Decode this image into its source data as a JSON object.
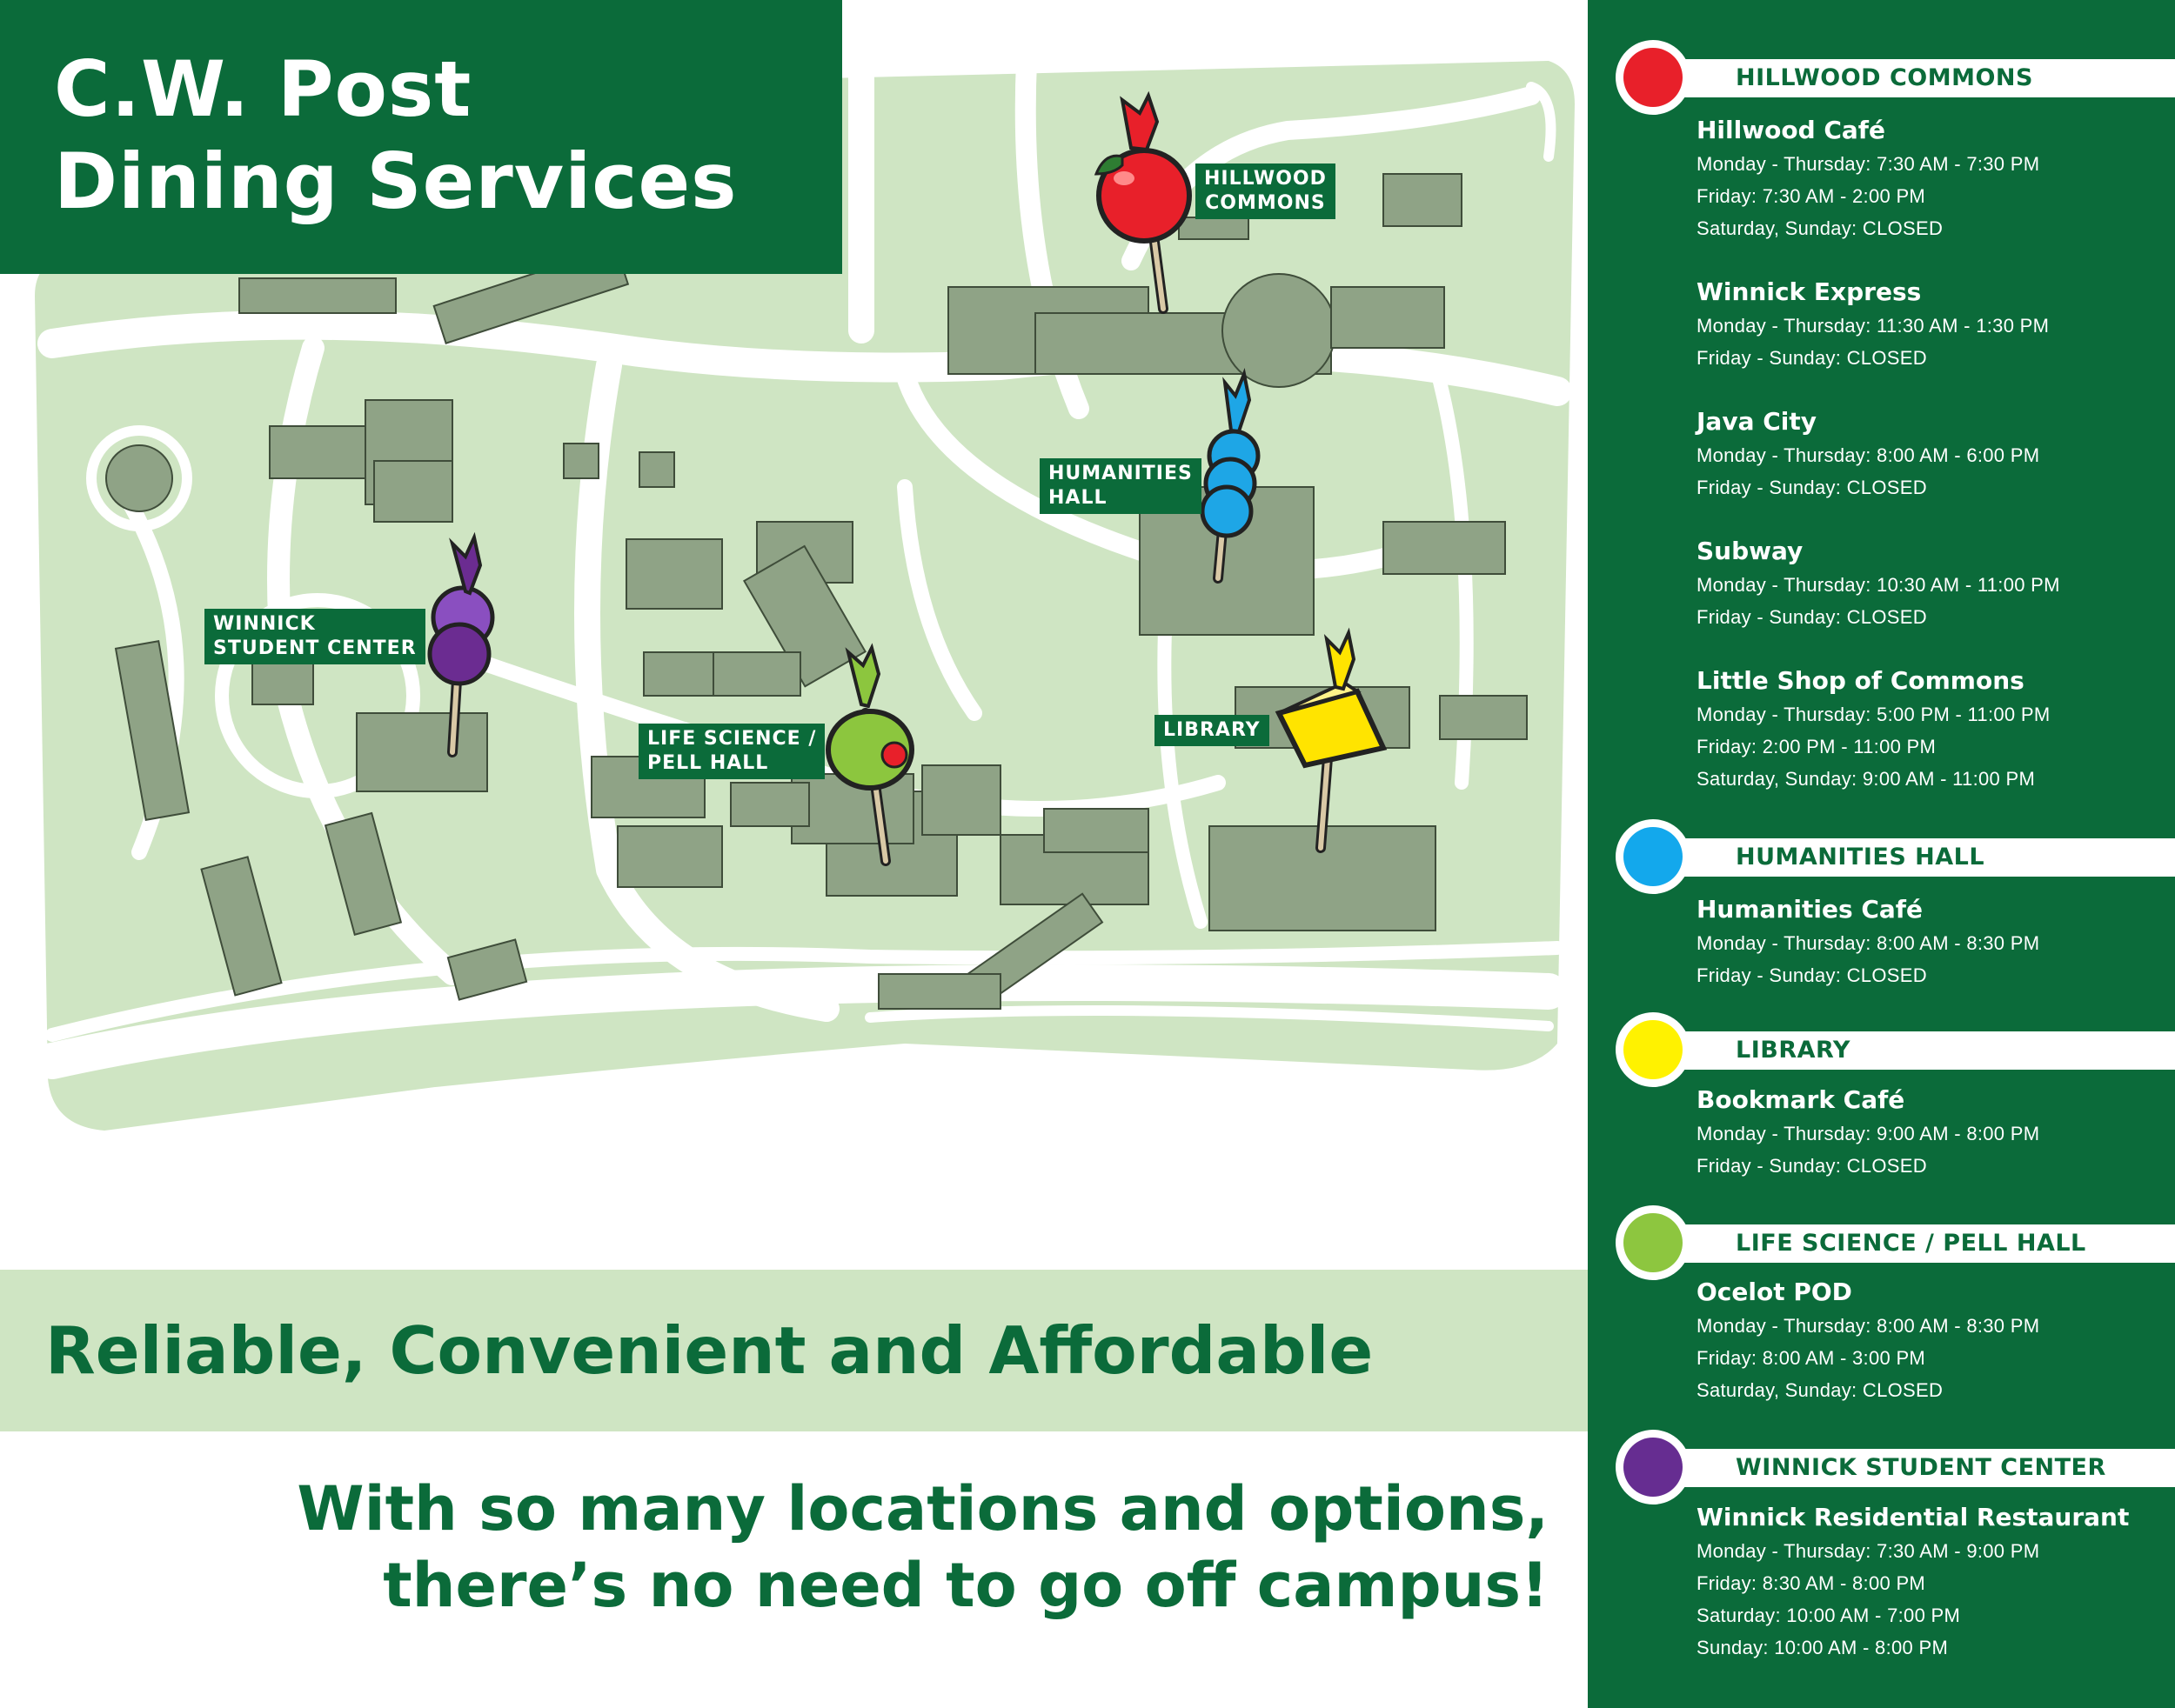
{
  "title": {
    "line1": "C.W. Post",
    "line2": "Dining Services"
  },
  "map": {
    "labels": {
      "hillwood_line1": "HILLWOOD",
      "hillwood_line2": "COMMONS",
      "humanities_line1": "HUMANITIES",
      "humanities_line2": "HALL",
      "winnick_line1": "WINNICK",
      "winnick_line2": "STUDENT CENTER",
      "lifesci_line1": "LIFE SCIENCE /",
      "lifesci_line2": "PELL HALL",
      "library": "LIBRARY"
    },
    "markers": [
      {
        "location": "Hillwood Commons",
        "food": "apple",
        "color": "#e8202a"
      },
      {
        "location": "Humanities Hall",
        "food": "blueberries",
        "color": "#1ea6e6"
      },
      {
        "location": "Winnick Student Center",
        "food": "grapes",
        "color": "#6b2c91"
      },
      {
        "location": "Life Science / Pell Hall",
        "food": "olive",
        "color": "#8cc63e"
      },
      {
        "location": "Library",
        "food": "cheese",
        "color": "#ffe400"
      }
    ],
    "colors": {
      "ground": "#cfe5c3",
      "paths": "#ffffff",
      "buildings": "#8fa386"
    }
  },
  "tagline": "Reliable, Convenient and Affordable",
  "subline": {
    "line1": "With so many locations and options,",
    "line2": "there’s no need to go off campus!"
  },
  "sidebar": {
    "sections": [
      {
        "header": "HILLWOOD COMMONS",
        "color": "#e8202a",
        "venues": [
          {
            "name": "Hillwood Café",
            "hours": [
              "Monday - Thursday: 7:30 AM - 7:30  PM",
              "Friday: 7:30 AM - 2:00 PM",
              "Saturday, Sunday: CLOSED"
            ]
          },
          {
            "name": "Winnick Express",
            "hours": [
              "Monday - Thursday: 11:30 AM - 1:30 PM",
              "Friday - Sunday: CLOSED"
            ]
          },
          {
            "name": "Java City",
            "hours": [
              "Monday - Thursday: 8:00 AM - 6:00 PM",
              "Friday - Sunday: CLOSED"
            ]
          },
          {
            "name": "Subway",
            "hours": [
              "Monday - Thursday: 10:30 AM - 11:00 PM",
              "Friday - Sunday: CLOSED"
            ]
          },
          {
            "name": "Little Shop of Commons",
            "hours": [
              "Monday - Thursday: 5:00 PM - 11:00 PM",
              "Friday: 2:00 PM - 11:00 PM",
              "Saturday, Sunday: 9:00 AM - 11:00 PM"
            ]
          }
        ]
      },
      {
        "header": "HUMANITIES HALL",
        "color": "#13a8ec",
        "venues": [
          {
            "name": "Humanities Café",
            "hours": [
              "Monday - Thursday: 8:00 AM - 8:30  PM",
              "Friday - Sunday: CLOSED"
            ]
          }
        ]
      },
      {
        "header": "LIBRARY",
        "color": "#fff200",
        "venues": [
          {
            "name": "Bookmark Café",
            "hours": [
              "Monday - Thursday: 9:00 AM - 8:00  PM",
              "Friday - Sunday: CLOSED"
            ]
          }
        ]
      },
      {
        "header": "LIFE SCIENCE / PELL HALL",
        "color": "#8dc63f",
        "venues": [
          {
            "name": "Ocelot POD",
            "hours": [
              "Monday - Thursday: 8:00 AM - 8:30  PM",
              "Friday: 8:00 AM - 3:00 PM",
              "Saturday, Sunday: CLOSED"
            ]
          }
        ]
      },
      {
        "header": "WINNICK STUDENT CENTER",
        "color": "#662d91",
        "venues": [
          {
            "name": "Winnick Residential Restaurant",
            "hours": [
              "Monday - Thursday: 7:30 AM - 9:00  PM",
              "Friday: 8:30 AM - 8:00 PM",
              "Saturday: 10:00 AM - 7:00 PM",
              "Sunday: 10:00 AM - 8:00 PM"
            ]
          }
        ]
      }
    ]
  }
}
